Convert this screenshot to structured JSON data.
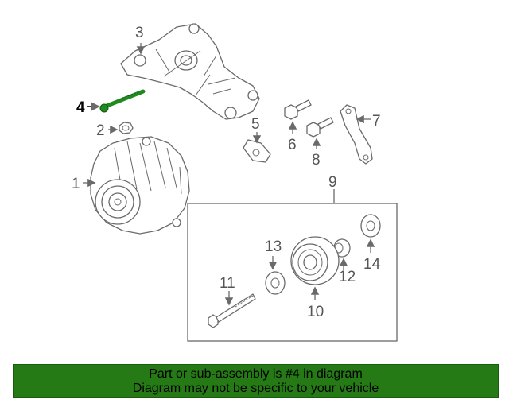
{
  "callouts": {
    "c1": "1",
    "c2": "2",
    "c3": "3",
    "c4": "4",
    "c5": "5",
    "c6": "6",
    "c7": "7",
    "c8": "8",
    "c9": "9",
    "c10": "10",
    "c11": "11",
    "c12": "12",
    "c13": "13",
    "c14": "14"
  },
  "highlighted_part": "4",
  "colors": {
    "highlight_part": "#1f8a1f",
    "banner_background": "#257a16",
    "line": "#6a6a6a"
  },
  "banner": {
    "line1": "Part or sub-assembly is #4 in diagram",
    "line2": "Diagram may not be specific to your vehicle"
  }
}
